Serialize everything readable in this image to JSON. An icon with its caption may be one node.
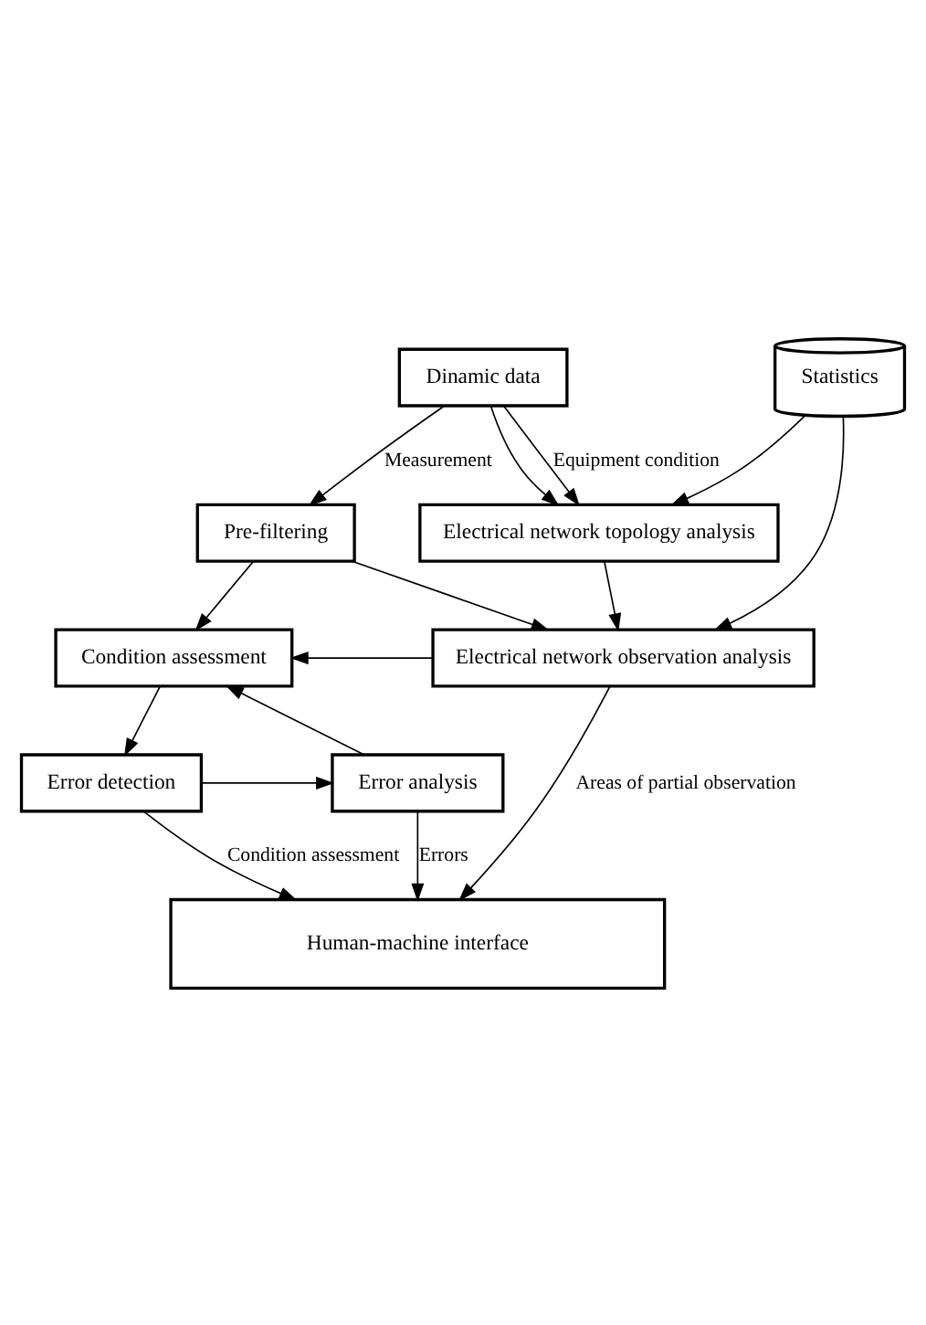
{
  "diagram": {
    "nodes": [
      {
        "text": [
          "Dinamic data"
        ]
      },
      {
        "text": [
          "Statistics"
        ]
      },
      {
        "text": [
          "Pre-filtering"
        ]
      },
      {
        "text": [
          "Electrical network topology analysis"
        ]
      },
      {
        "text": [
          "Condition assessment"
        ]
      },
      {
        "text": [
          "Electrical network observation analysis"
        ]
      },
      {
        "text": [
          "Error detection"
        ]
      },
      {
        "text": [
          "Error analysis"
        ]
      },
      {
        "text": [
          "Human-machine interface"
        ]
      }
    ],
    "edges": [
      {
        "from": 0,
        "to": 2,
        "arrow": "to",
        "label": "Measurement"
      },
      {
        "from": 0,
        "to": 3,
        "arrow": "to"
      },
      {
        "from": 0,
        "to": 3,
        "arrow": "to",
        "label": "Equipment condition"
      },
      {
        "from": 1,
        "to": 3,
        "arrow": "to"
      },
      {
        "from": 1,
        "to": 5,
        "arrow": "to"
      },
      {
        "from": 2,
        "to": 4,
        "arrow": "to"
      },
      {
        "from": 2,
        "to": 5,
        "arrow": "to"
      },
      {
        "from": 3,
        "to": 5,
        "arrow": "to"
      },
      {
        "from": 5,
        "to": 4,
        "arrow": "to"
      },
      {
        "from": 4,
        "to": 6,
        "arrow": "to"
      },
      {
        "from": 7,
        "to": 4,
        "arrow": "to"
      },
      {
        "from": 6,
        "to": 7,
        "arrow": "to"
      },
      {
        "from": 6,
        "to": 8,
        "arrow": "to",
        "label": "Condition assessment"
      },
      {
        "from": 7,
        "to": 8,
        "arrow": "to",
        "label": "Errors"
      },
      {
        "from": 5,
        "to": 8,
        "arrow": "to",
        "label": "Areas of partial observation"
      }
    ]
  }
}
